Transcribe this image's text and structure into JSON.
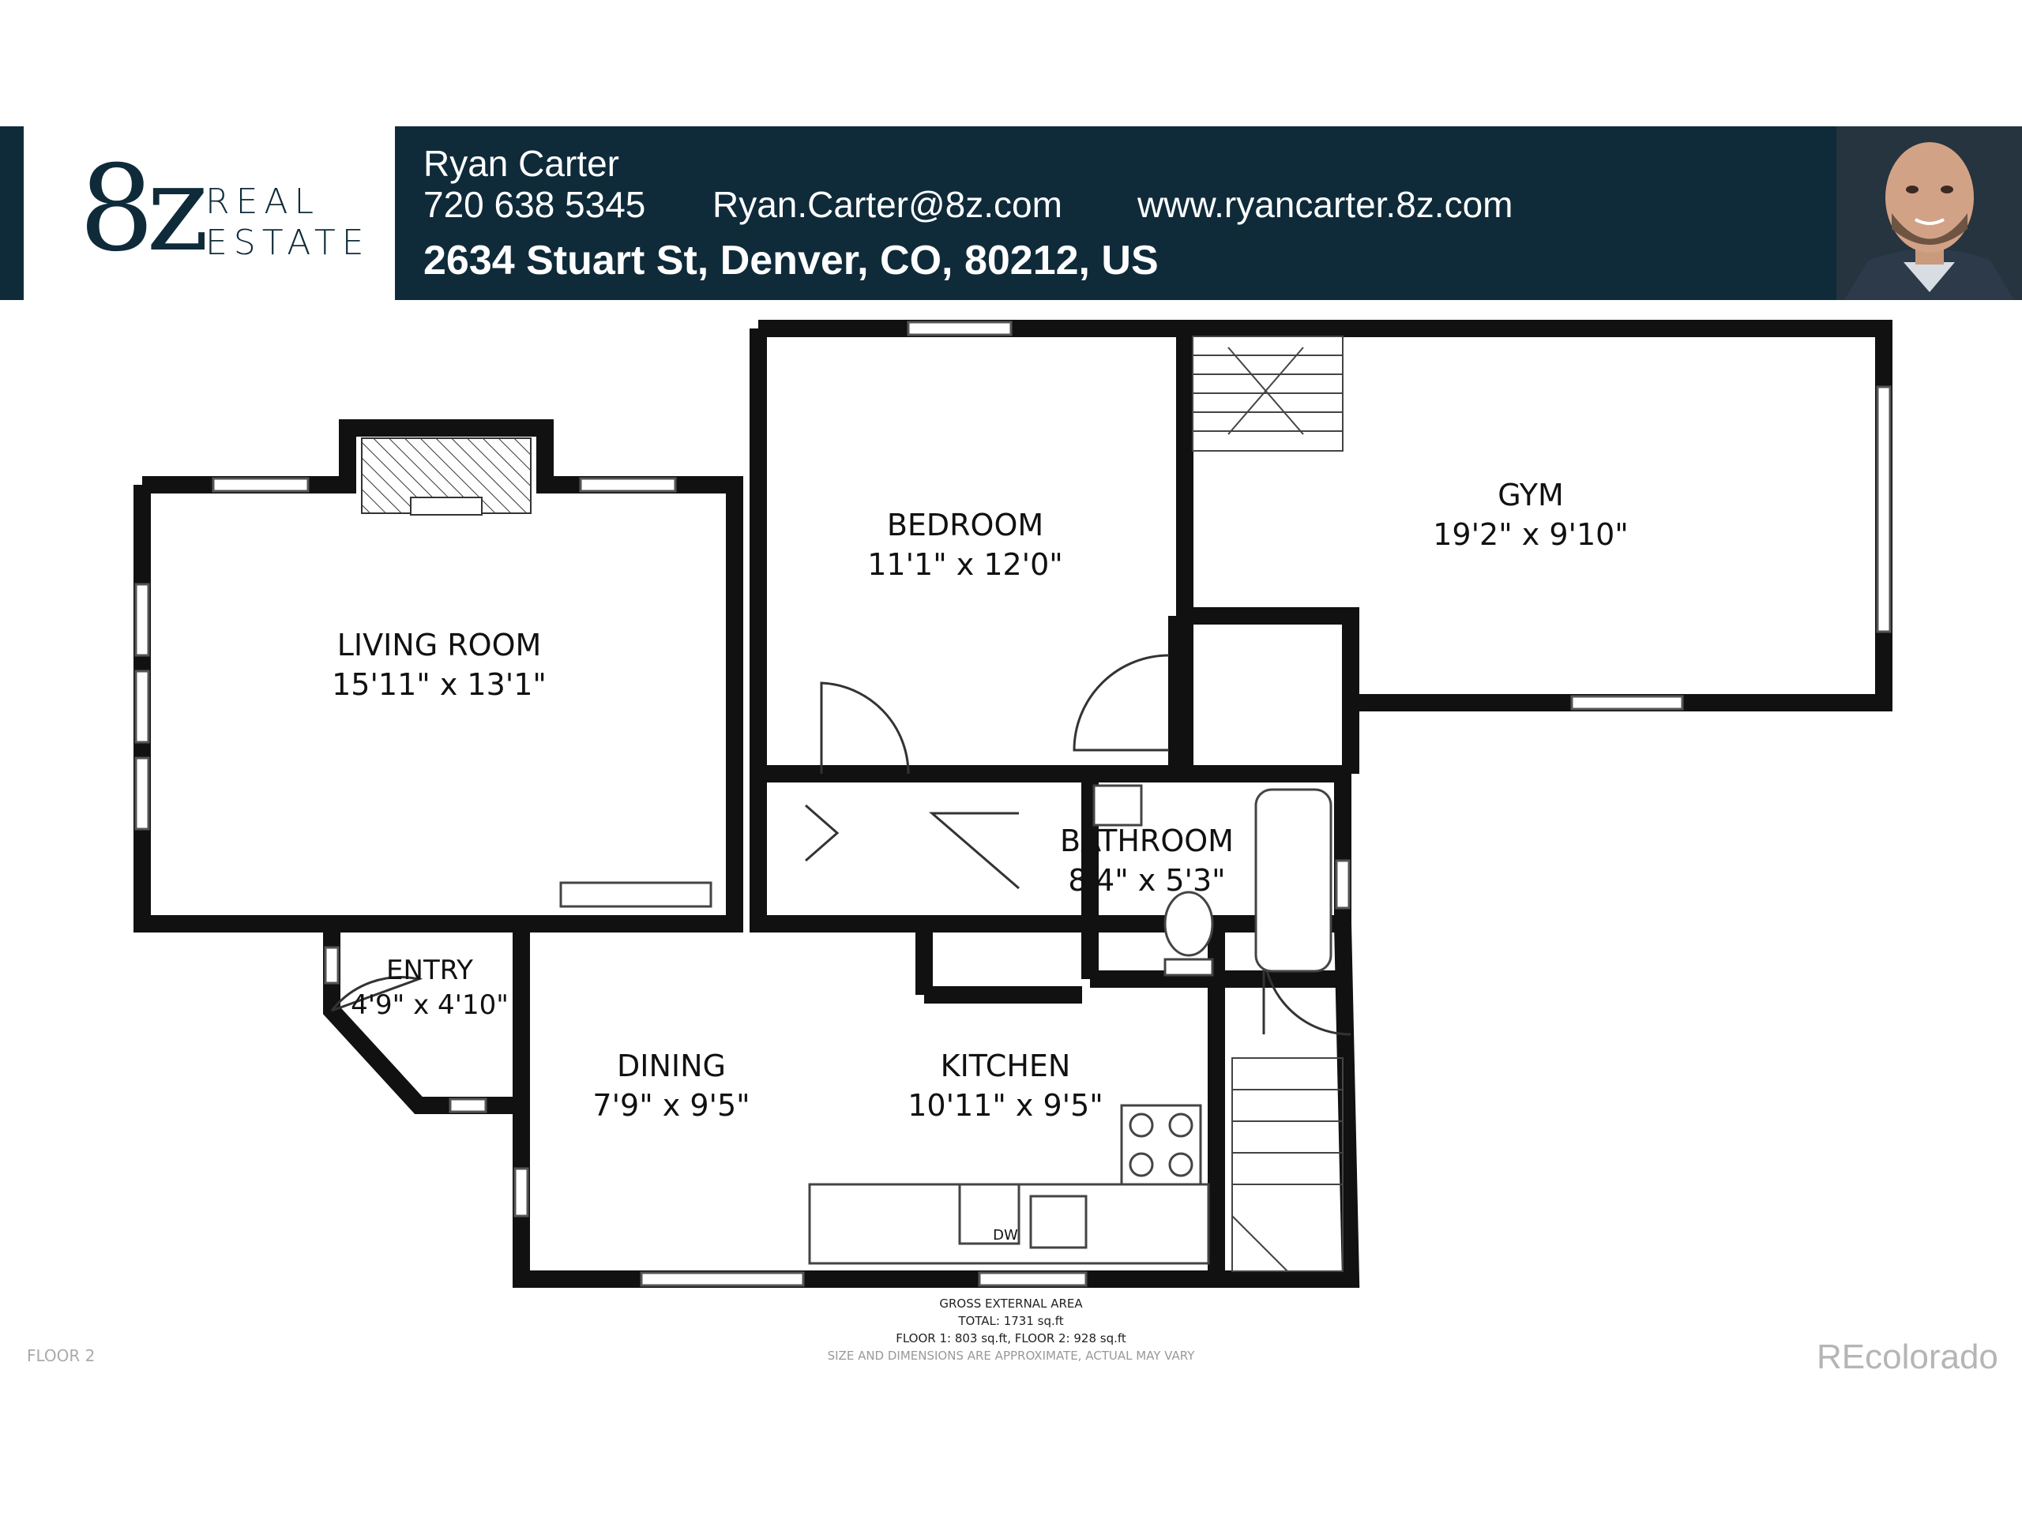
{
  "brand": {
    "logo_main": "8z",
    "logo_line1": "REAL",
    "logo_line2": "ESTATE"
  },
  "agent": {
    "name": "Ryan Carter",
    "phone": "720 638 5345",
    "email": "Ryan.Carter@8z.com",
    "website": "www.ryancarter.8z.com",
    "address": "2634 Stuart St, Denver, CO, 80212, US"
  },
  "rooms": {
    "living": {
      "name": "LIVING ROOM",
      "size": "15'11\" x 13'1\""
    },
    "bedroom": {
      "name": "BEDROOM",
      "size": "11'1\" x 12'0\""
    },
    "gym": {
      "name": "GYM",
      "size": "19'2\" x 9'10\""
    },
    "bathroom": {
      "name": "BATHROOM",
      "size": "8'4\" x 5'3\""
    },
    "entry": {
      "name": "ENTRY",
      "size": "4'9\" x 4'10\""
    },
    "dining": {
      "name": "DINING",
      "size": "7'9\" x 9'5\""
    },
    "kitchen": {
      "name": "KITCHEN",
      "size": "10'11\" x 9'5\""
    },
    "dw": "DW"
  },
  "area": {
    "heading": "GROSS EXTERNAL AREA",
    "total": "TOTAL: 1731 sq.ft",
    "floors": "FLOOR 1: 803 sq.ft, FLOOR 2: 928 sq.ft",
    "disclaimer": "SIZE AND DIMENSIONS ARE APPROXIMATE, ACTUAL MAY VARY"
  },
  "floor_label": "FLOOR 2",
  "watermark": "REcolorado",
  "colors": {
    "banner": "#0f2b3a",
    "wall": "#111111"
  }
}
